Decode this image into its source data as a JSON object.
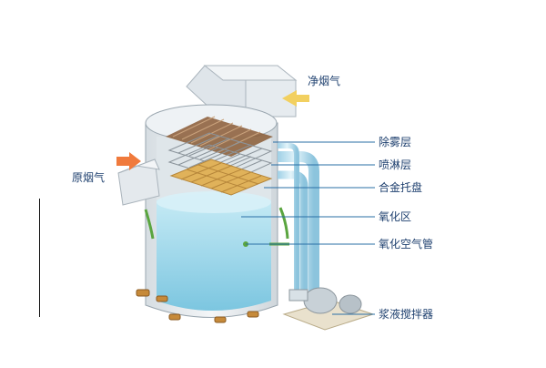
{
  "labels": {
    "clean_gas": "净烟气",
    "raw_gas": "原烟气",
    "mist_eliminator": "除雾层",
    "spray_layer": "喷淋层",
    "alloy_tray": "合金托盘",
    "oxidation_zone": "氧化区",
    "oxidation_air_pipe": "氧化空气管",
    "slurry_agitator": "浆液搅拌器"
  },
  "colors": {
    "tower_shell": "#e9edf0",
    "slurry": "#9fd6ea",
    "inlet_arrow": "#f07a3c",
    "outlet_arrow": "#f2d060",
    "pipe": "#bfe3f1",
    "label_text": "#1d3f6e",
    "leader_line": "#2a6fa6"
  }
}
